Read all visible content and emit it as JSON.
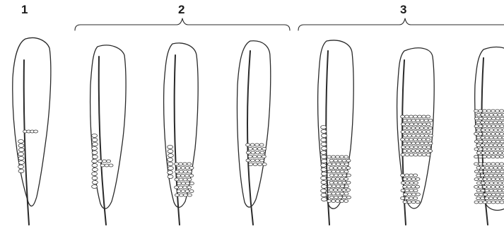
{
  "labels": {
    "stage1": "1",
    "stage2": "2",
    "stage3": "3"
  },
  "figure": {
    "kind": "feather-egg-cluster-stages",
    "panel_count": 7,
    "stage_panels": {
      "1": [
        1
      ],
      "2": [
        2,
        3,
        4
      ],
      "3": [
        5,
        6,
        7
      ]
    }
  }
}
